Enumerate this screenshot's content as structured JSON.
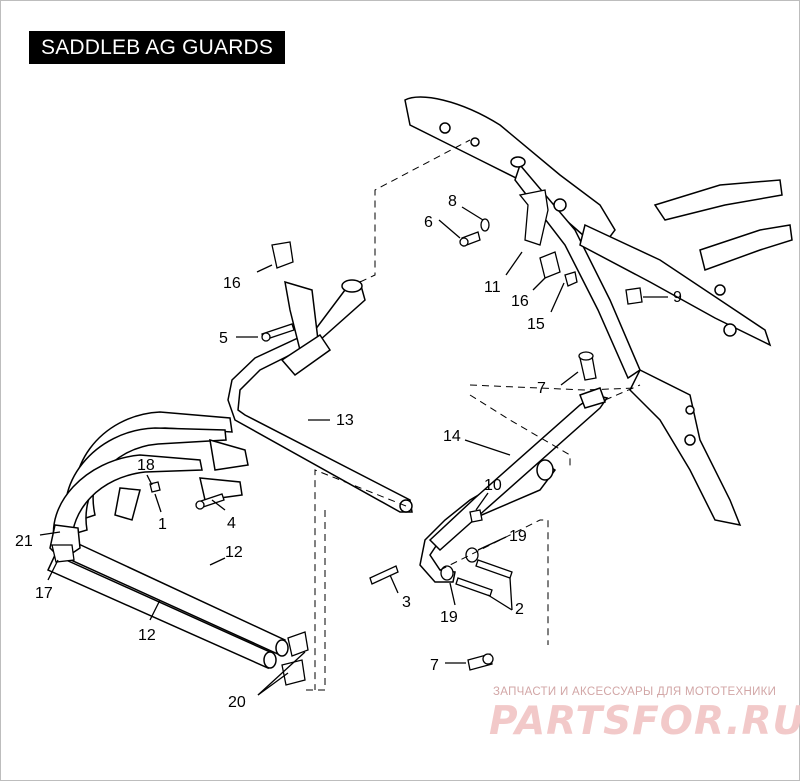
{
  "title": "SADDLEB AG GUARDS",
  "callouts": {
    "c1": "1",
    "c2": "2",
    "c3": "3",
    "c4": "4",
    "c5": "5",
    "c6": "6",
    "c7a": "7",
    "c7b": "7",
    "c8": "8",
    "c9": "9",
    "c10": "10",
    "c11": "11",
    "c12a": "12",
    "c12b": "12",
    "c13": "13",
    "c14": "14",
    "c15": "15",
    "c16a": "16",
    "c16b": "16",
    "c17": "17",
    "c18": "18",
    "c19a": "19",
    "c19b": "19",
    "c20": "20",
    "c21": "21"
  },
  "watermark": {
    "line1": "ЗАПЧАСТИ И АКСЕССУАРЫ ДЛЯ МОТОТЕХНИКИ",
    "line2": "PARTSFOR.RU"
  }
}
